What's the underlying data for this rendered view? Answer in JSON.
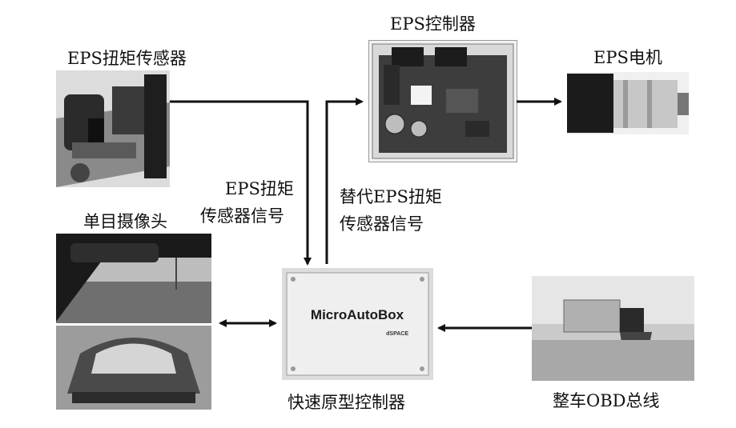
{
  "labels": {
    "torque_sensor": "EPS扭矩传感器",
    "eps_controller": "EPS控制器",
    "eps_motor": "EPS电机",
    "signal_line1": "EPS扭矩",
    "signal_line2": "传感器信号",
    "alt_signal_line1": "替代EPS扭矩",
    "alt_signal_line2": "传感器信号",
    "camera": "单目摄像头",
    "rcp_controller": "快速原型控制器",
    "obd_bus": "整车OBD总线"
  },
  "device_text": {
    "microautobox": "MicroAutoBox",
    "brand": "dSPACE"
  }
}
